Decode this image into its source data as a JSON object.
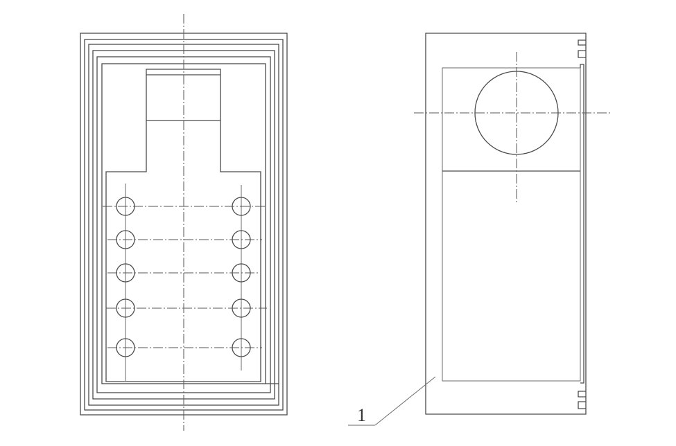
{
  "figure": {
    "type": "technical drawing",
    "views": [
      {
        "name": "front-view",
        "description": "multi-layer nested rectangular frame with stepped inner window and two columns of five holes"
      },
      {
        "name": "side-view",
        "description": "rectangular block with circular opening and edge tabs"
      }
    ],
    "callouts": [
      {
        "label": "1",
        "target": "side-view outer shell"
      }
    ],
    "colors": {
      "line": "#4a4a4a",
      "background": "#ffffff"
    }
  }
}
